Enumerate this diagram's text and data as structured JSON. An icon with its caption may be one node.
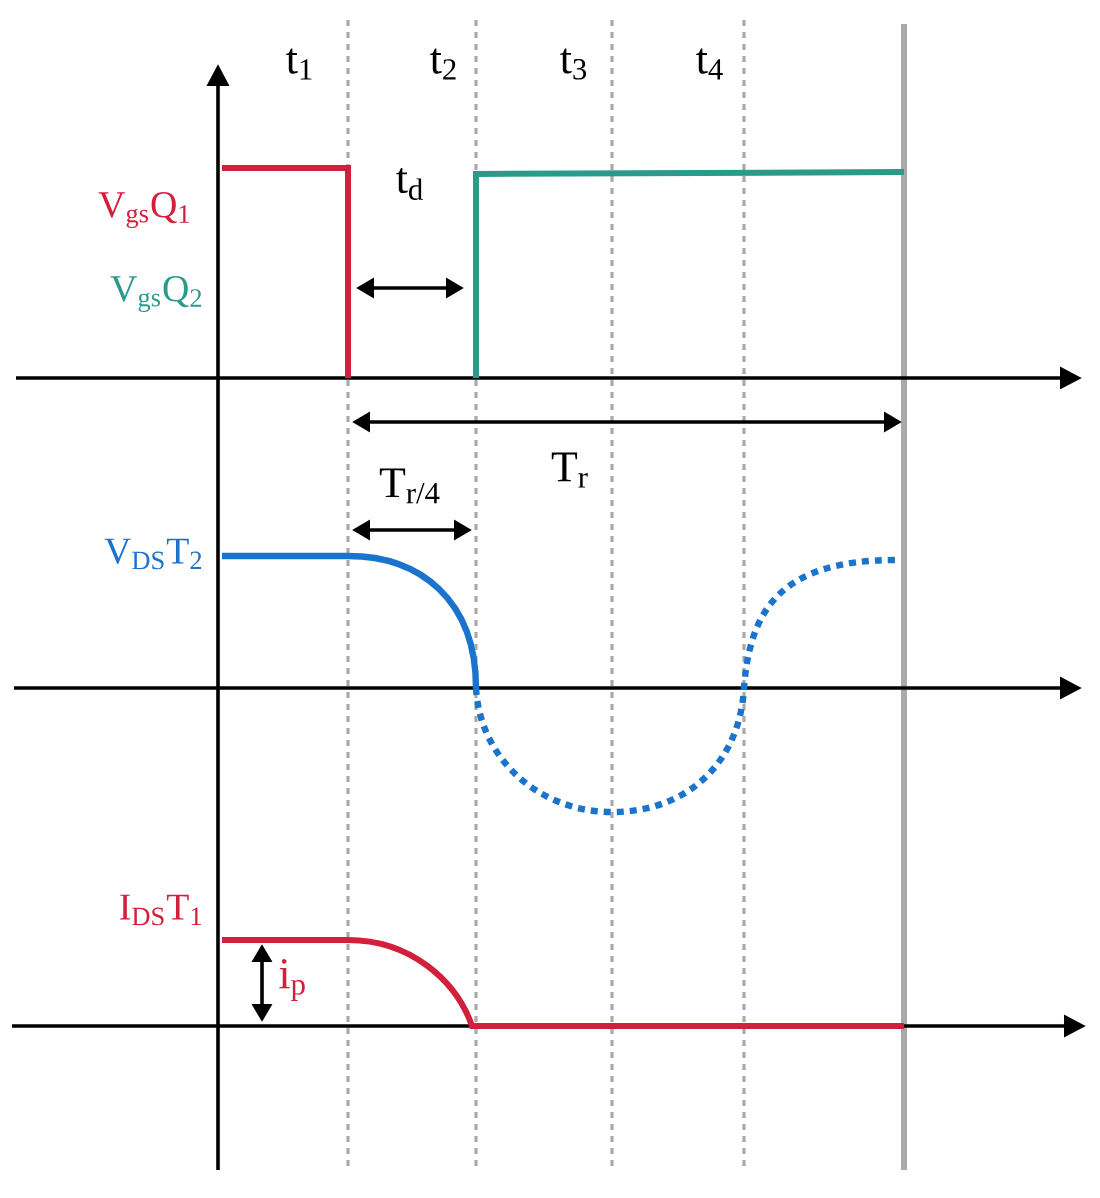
{
  "diagram": {
    "labels": [
      "t$_{1}$",
      "t$_{2}$",
      "t$_{3}$",
      "t$_{4}$",
      "t$_{d}$",
      "V$_{gs}$Q$_{1}$",
      "V$_{gs}$Q$_{2}$",
      "T$_{r}$",
      "T$_{r/4}$",
      "V$_{DS}$T$_{2}$",
      "I$_{DS}$T$_{1}$",
      "i$_{p}$"
    ]
  }
}
